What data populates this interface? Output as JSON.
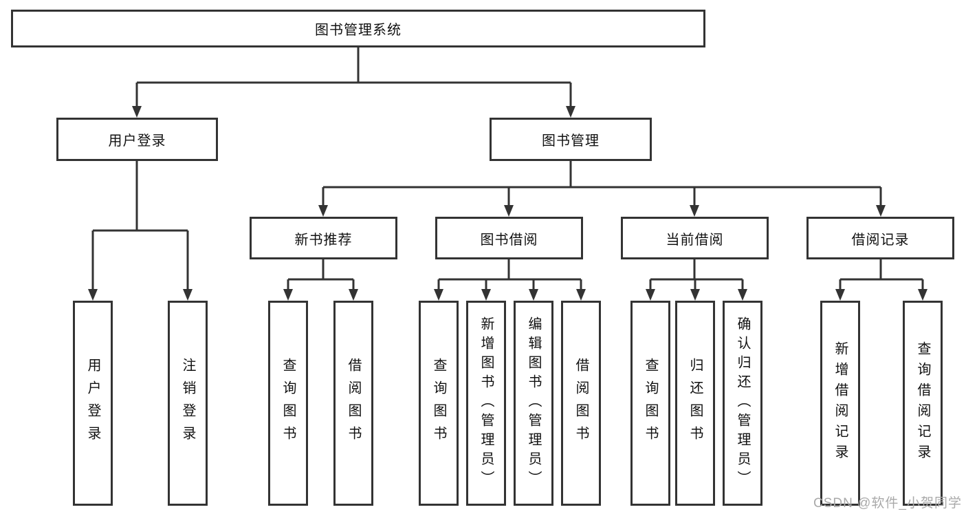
{
  "diagram": {
    "root": {
      "label": "图书管理系统"
    },
    "level2": [
      {
        "label": "用户登录"
      },
      {
        "label": "图书管理"
      }
    ],
    "level3": [
      {
        "label": "新书推荐"
      },
      {
        "label": "图书借阅"
      },
      {
        "label": "当前借阅"
      },
      {
        "label": "借阅记录"
      }
    ],
    "leaves": {
      "user_login": [
        "用户登录",
        "注销登录"
      ],
      "new_books": [
        "查询图书",
        "借阅图书"
      ],
      "book_borrow": [
        "查询图书",
        "新增图书（管理员）",
        "编辑图书（管理员）",
        "借阅图书"
      ],
      "current_borrow": [
        "查询图书",
        "归还图书",
        "确认归还（管理员）"
      ],
      "borrow_records": [
        "新增借阅记录",
        "查询借阅记录"
      ]
    }
  },
  "watermark": {
    "text": "CSDN @软件_小贺同学"
  },
  "colors": {
    "line": "#333333",
    "box_border": "#333333",
    "text": "#111111",
    "background": "#ffffff",
    "watermark": "#a9a9a9"
  }
}
